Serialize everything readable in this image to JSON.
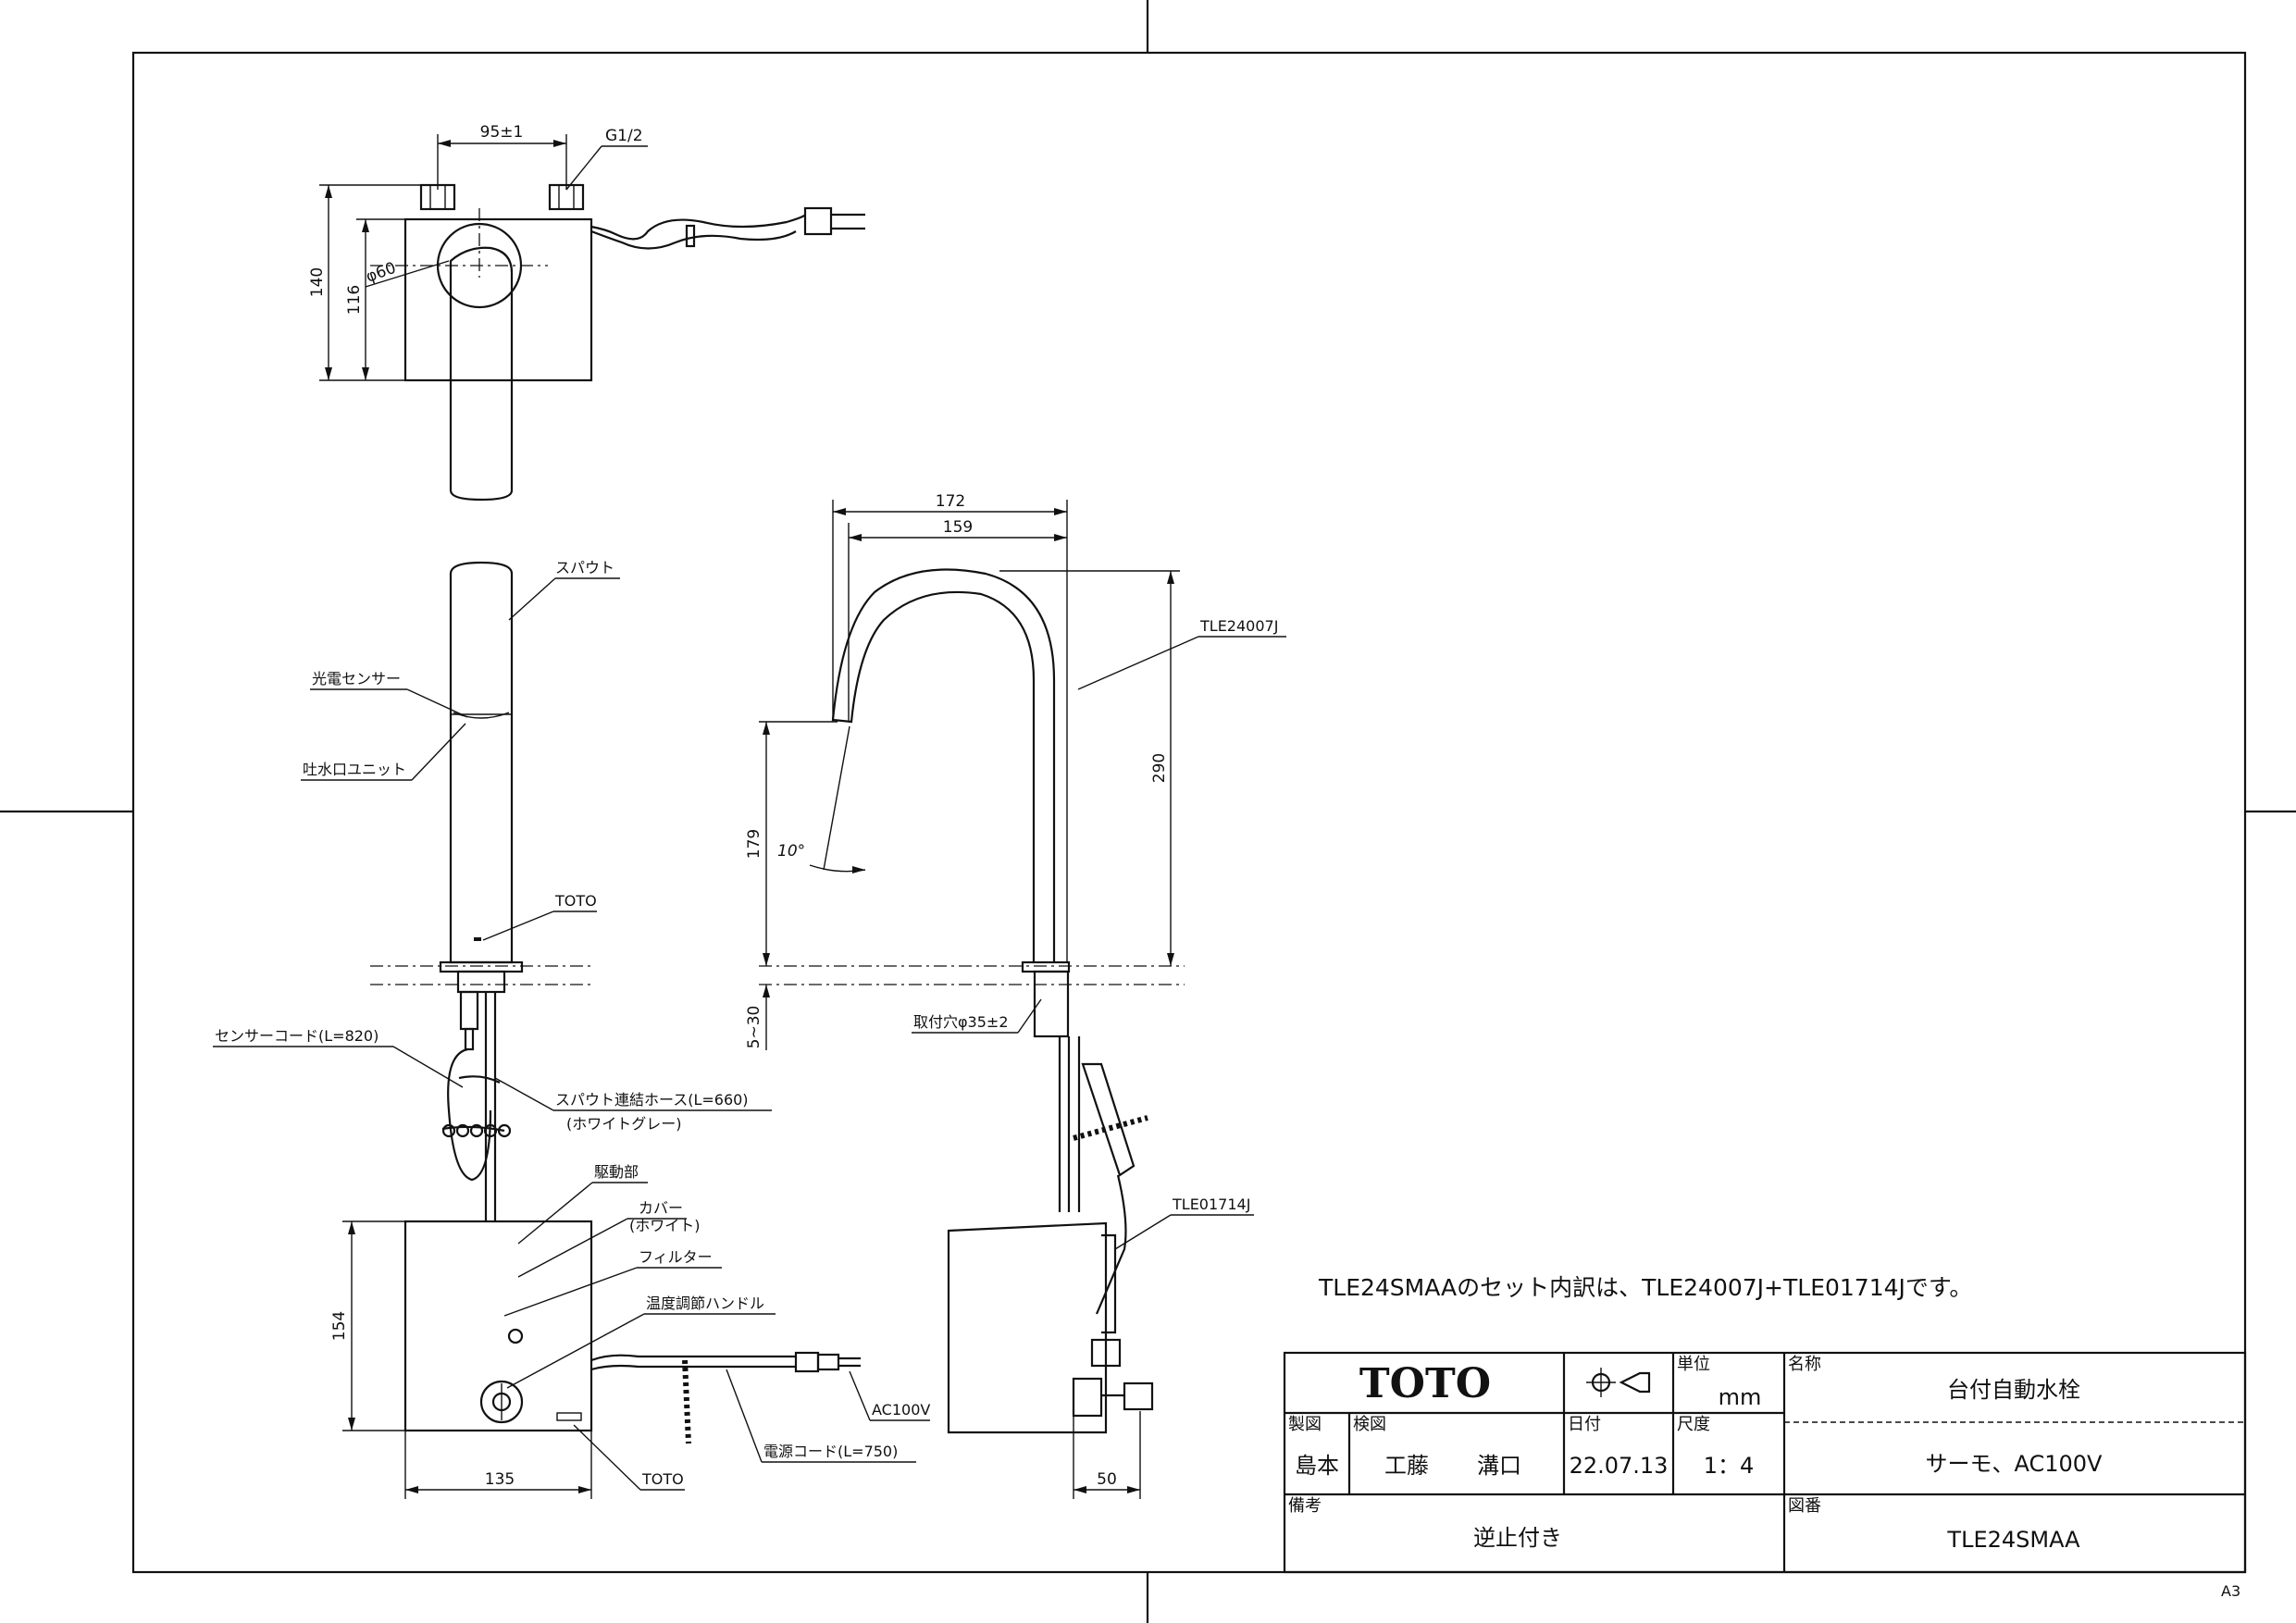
{
  "labels": {
    "width_95": "95±1",
    "g12": "G1/2",
    "h140": "140",
    "h116": "116",
    "phi60": "φ60",
    "spout": "スパウト",
    "sensor": "光電センサー",
    "outlet": "吐水口ユニット",
    "toto_mark": "TOTO",
    "sensor_cord": "センサーコード(L=820)",
    "hose": "スパウト連結ホース(L=660)",
    "hose_color": "(ホワイトグレー)",
    "drive": "駆動部",
    "cover": "カバー",
    "cover_color": "(ホワイト)",
    "filter": "フィルター",
    "temp_handle": "温度調節ハンドル",
    "ac100v": "AC100V",
    "power_cord": "電源コード(L=750)",
    "toto_bottom": "TOTO",
    "h154": "154",
    "w135": "135",
    "w172": "172",
    "w159": "159",
    "part_spout": "TLE24007J",
    "h290": "290",
    "h179": "179",
    "angle10": "10°",
    "h5_30": "5~30",
    "mount_hole": "取付穴φ35±2",
    "part_body": "TLE01714J",
    "w50": "50",
    "set_note": "TLE24SMAAのセット内訳は、TLE24007J+TLE01714Jです。",
    "paper": "A3"
  },
  "title_block": {
    "logo": "TOTO",
    "unit_label": "単位",
    "unit_value": "mm",
    "name_label": "名称",
    "name_value": "台付自動水栓",
    "made_label": "製図",
    "made_value": "島本",
    "check_label": "検図",
    "check_value_1": "工藤",
    "check_value_2": "溝口",
    "date_label": "日付",
    "date_value": "22.07.13",
    "scale_label": "尺度",
    "scale_value": "1：4",
    "subname_value": "サーモ、AC100V",
    "remark_label": "備考",
    "remark_value": "逆止付き",
    "drawing_no_label": "図番",
    "drawing_no_value": "TLE24SMAA"
  }
}
